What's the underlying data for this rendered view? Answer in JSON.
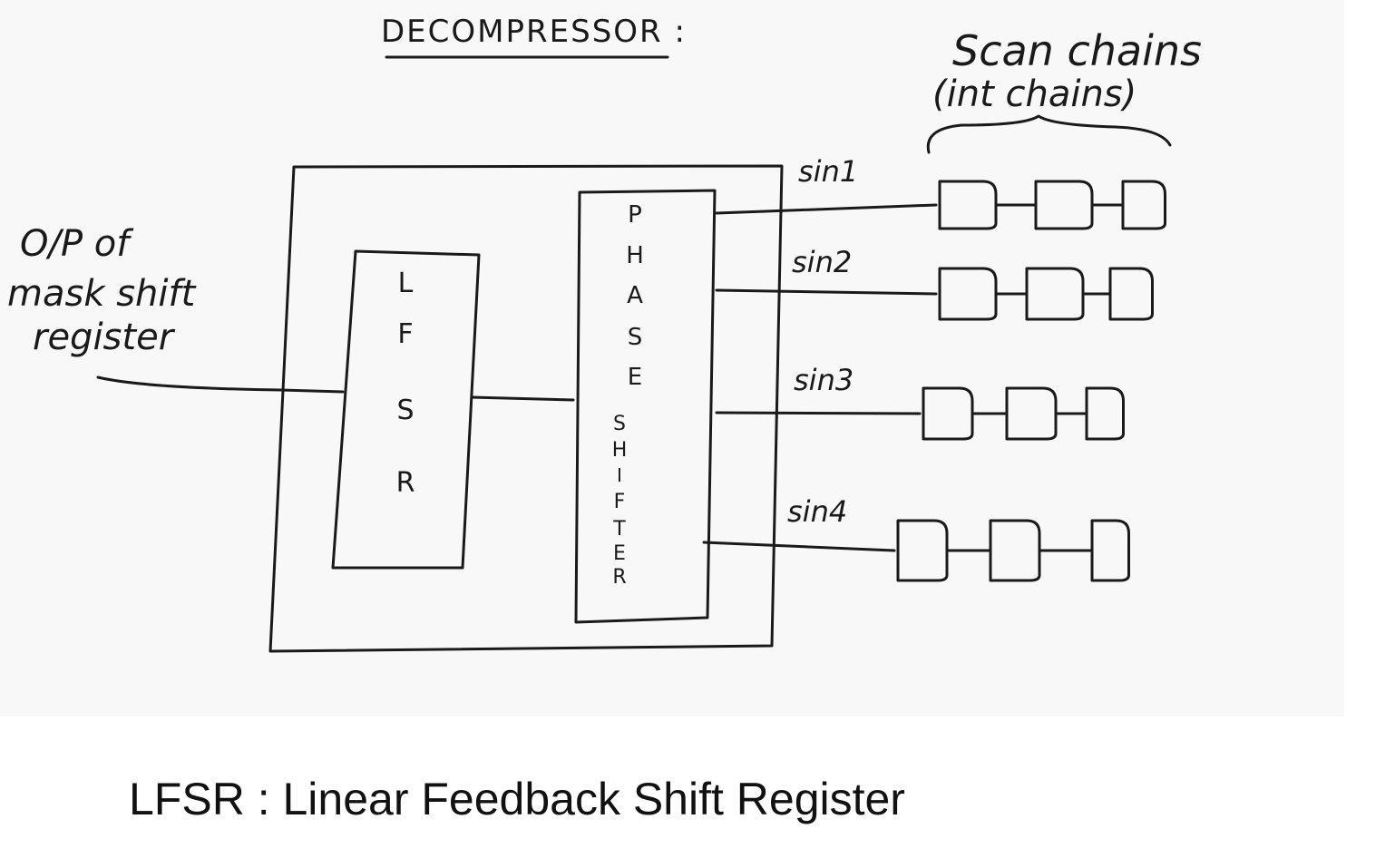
{
  "diagram": {
    "title": "DECOMPRESSOR :",
    "input_label": [
      "O/P of",
      "mask shift",
      "register"
    ],
    "lfsr_letters": [
      "L",
      "F",
      "S",
      "R"
    ],
    "phase_shifter_letters": [
      "P",
      "H",
      "A",
      "S",
      "E",
      "S",
      "H",
      "I",
      "F",
      "T",
      "E",
      "R"
    ],
    "scan_chains_label": [
      "Scan chains",
      "(int chains)"
    ],
    "outputs": [
      {
        "label": "sin1",
        "flops": 3
      },
      {
        "label": "sin2",
        "flops": 3
      },
      {
        "label": "sin3",
        "flops": 3
      },
      {
        "label": "sin4",
        "flops": 3
      }
    ]
  },
  "caption": "LFSR : Linear Feedback Shift Register"
}
